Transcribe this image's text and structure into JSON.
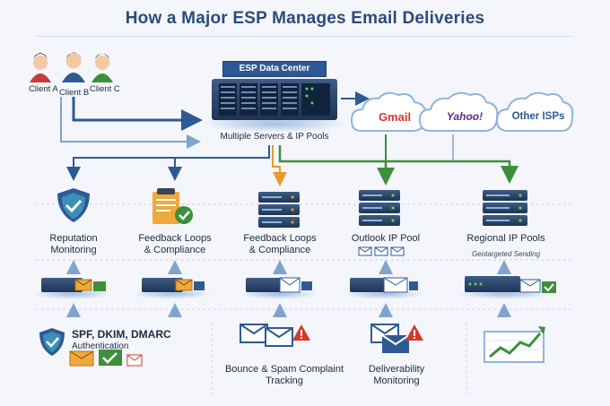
{
  "title": "How a Major ESP Manages Email Deliveries",
  "clients": [
    "Client A",
    "Client B",
    "Client C"
  ],
  "data_center": {
    "header": "ESP Data Center",
    "caption": "Multiple Servers & IP Pools"
  },
  "isps": [
    "Gmail",
    "Yahoo!",
    "Other ISPs"
  ],
  "colors": {
    "blue": "#2d5a94",
    "green": "#3d8f3a",
    "orange": "#e59a2b",
    "red": "#d23a2a",
    "bg": "#f4f6fb"
  },
  "columns": [
    {
      "label_line1": "Reputation",
      "label_line2": "Monitoring",
      "icon": "shield-check-icon"
    },
    {
      "label_line1": "Feedback Loops",
      "label_line2": "& Compliance",
      "icon": "clipboard-check-icon"
    },
    {
      "label_line1": "Feedback Loops",
      "label_line2": "& Compliance",
      "icon": "server-stack-icon"
    },
    {
      "label_line1": "Outlook IP Pool",
      "label_line2": "",
      "icon": "server-stack-icon"
    },
    {
      "label_line1": "Regional IP Pools",
      "label_line2": "",
      "sublabel": "Geotargeted Sending",
      "icon": "server-stack-icon"
    }
  ],
  "bottom": {
    "auth_line1": "SPF, DKIM, DMARC",
    "auth_line2": "Authentication",
    "bounce_line1": "Bounce & Spam Complaint",
    "bounce_line2": "Tracking",
    "deliv_line1": "Deliverability",
    "deliv_line2": "Monitoring"
  }
}
